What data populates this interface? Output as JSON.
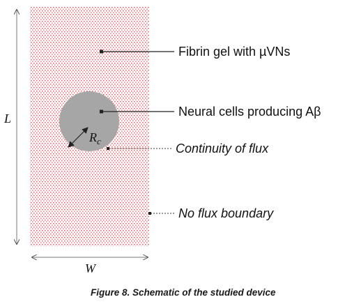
{
  "labels": {
    "gel": "Fibrin gel with µVNs",
    "cells": "Neural cells producing Aβ",
    "flux_continuity": "Continuity of flux",
    "no_flux": "No flux boundary"
  },
  "dimensions": {
    "length": "L",
    "width": "W",
    "radius": "R",
    "radius_sub": "c"
  },
  "caption": "Figure 8. Schematic of the studied device",
  "colors": {
    "gel_pattern": "#e0505a",
    "cell_fill": "#a6a6a6",
    "line": "#222222"
  }
}
